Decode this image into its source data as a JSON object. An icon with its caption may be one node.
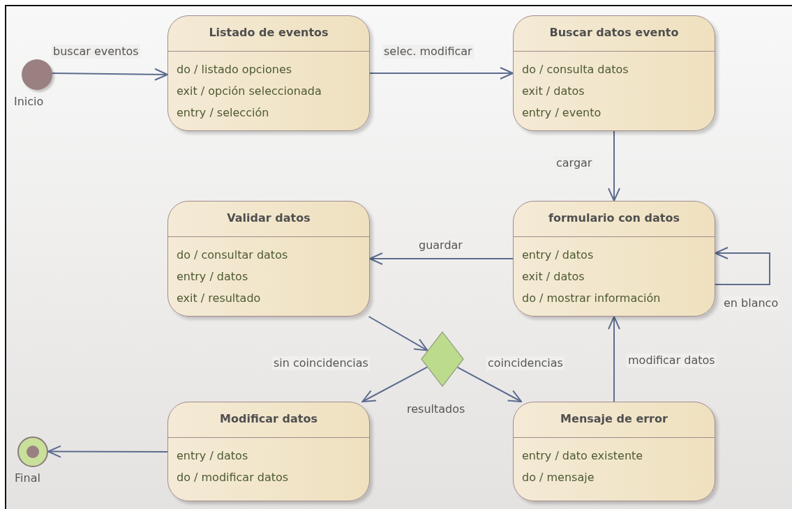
{
  "diagram": {
    "nodes": [
      {
        "text": [],
        "shape": "circle",
        "beside": [
          "Inicio"
        ]
      },
      {
        "text": [
          "Listado de eventos",
          "do / listado opciones",
          "exit / opción seleccionada",
          "entry / selección"
        ]
      },
      {
        "text": [
          "Buscar datos evento",
          "do / consulta datos",
          "exit / datos",
          "entry / evento"
        ]
      },
      {
        "text": [
          "Validar datos",
          "do / consultar datos",
          "entry / datos",
          "exit / resultado"
        ]
      },
      {
        "text": [
          "formulario con datos",
          "entry / datos",
          "exit / datos",
          "do / mostrar información"
        ]
      },
      {
        "text": [],
        "shape": "diamond",
        "beside": [
          "resultados"
        ]
      },
      {
        "text": [
          "Modificar datos",
          "entry / datos",
          "do / modificar datos"
        ]
      },
      {
        "text": [
          "Mensaje de error",
          "entry / dato existente",
          "do / mensaje"
        ]
      },
      {
        "text": [],
        "shape": "bullseye",
        "beside": [
          "Final"
        ]
      }
    ],
    "edges": [
      {
        "from": 0,
        "to": 1,
        "arrow": "to",
        "label": "buscar eventos"
      },
      {
        "from": 1,
        "to": 2,
        "arrow": "to",
        "label": "selec. modificar"
      },
      {
        "from": 2,
        "to": 4,
        "arrow": "to",
        "label": "cargar"
      },
      {
        "from": 4,
        "to": 3,
        "arrow": "to",
        "label": "guardar"
      },
      {
        "from": 4,
        "to": 4,
        "arrow": "to",
        "label": "en blanco"
      },
      {
        "from": 3,
        "to": 5,
        "arrow": "to"
      },
      {
        "from": 5,
        "to": 6,
        "arrow": "to",
        "label": "sin coincidencias"
      },
      {
        "from": 5,
        "to": 7,
        "arrow": "to",
        "label": "coincidencias"
      },
      {
        "from": 7,
        "to": 4,
        "arrow": "to",
        "label": "modificar datos"
      },
      {
        "from": 6,
        "to": 8,
        "arrow": "to"
      }
    ]
  }
}
